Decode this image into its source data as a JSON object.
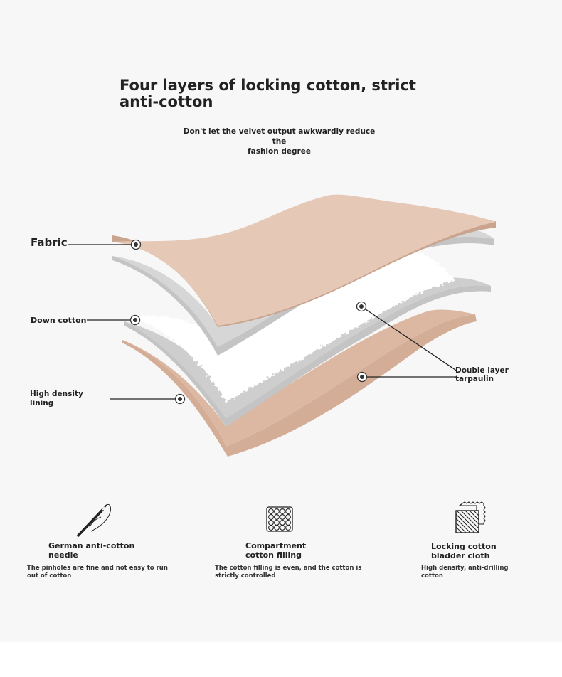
{
  "header": {
    "title_line1": "Four layers of locking cotton, strict",
    "title_line2": "anti-cotton",
    "subtitle_line1": "Don't let the velvet output awkwardly reduce the",
    "subtitle_line2": "fashion degree"
  },
  "layers": {
    "fabric": "Fabric",
    "down_cotton": "Down cotton",
    "lining_line1": "High density",
    "lining_line2": "lining",
    "tarpaulin_line1": "Double layer",
    "tarpaulin_line2": "tarpaulin"
  },
  "colors": {
    "fabric": "#e6c8b6",
    "fabric_edge": "#c9a58f",
    "gray_layer": "#c4c4c4",
    "gray_layer_light": "#d6d6d6",
    "lining": "#d4ad97",
    "lining_edge": "#c49a84",
    "down": "#ffffff"
  },
  "features": [
    {
      "icon": "needle-icon",
      "title_line1": "German anti-cotton",
      "title_line2": "needle",
      "desc_line1": "The pinholes are fine and not easy to run",
      "desc_line2": "out of cotton"
    },
    {
      "icon": "quilted-grid-icon",
      "title_line1": "Compartment",
      "title_line2": "cotton filling",
      "desc_line1": "The cotton filling is even, and the cotton is",
      "desc_line2": "strictly controlled"
    },
    {
      "icon": "cloth-swatch-icon",
      "title_line1": "Locking cotton",
      "title_line2": "bladder cloth",
      "desc_line1": "High density, anti-drilling",
      "desc_line2": "cotton"
    }
  ]
}
